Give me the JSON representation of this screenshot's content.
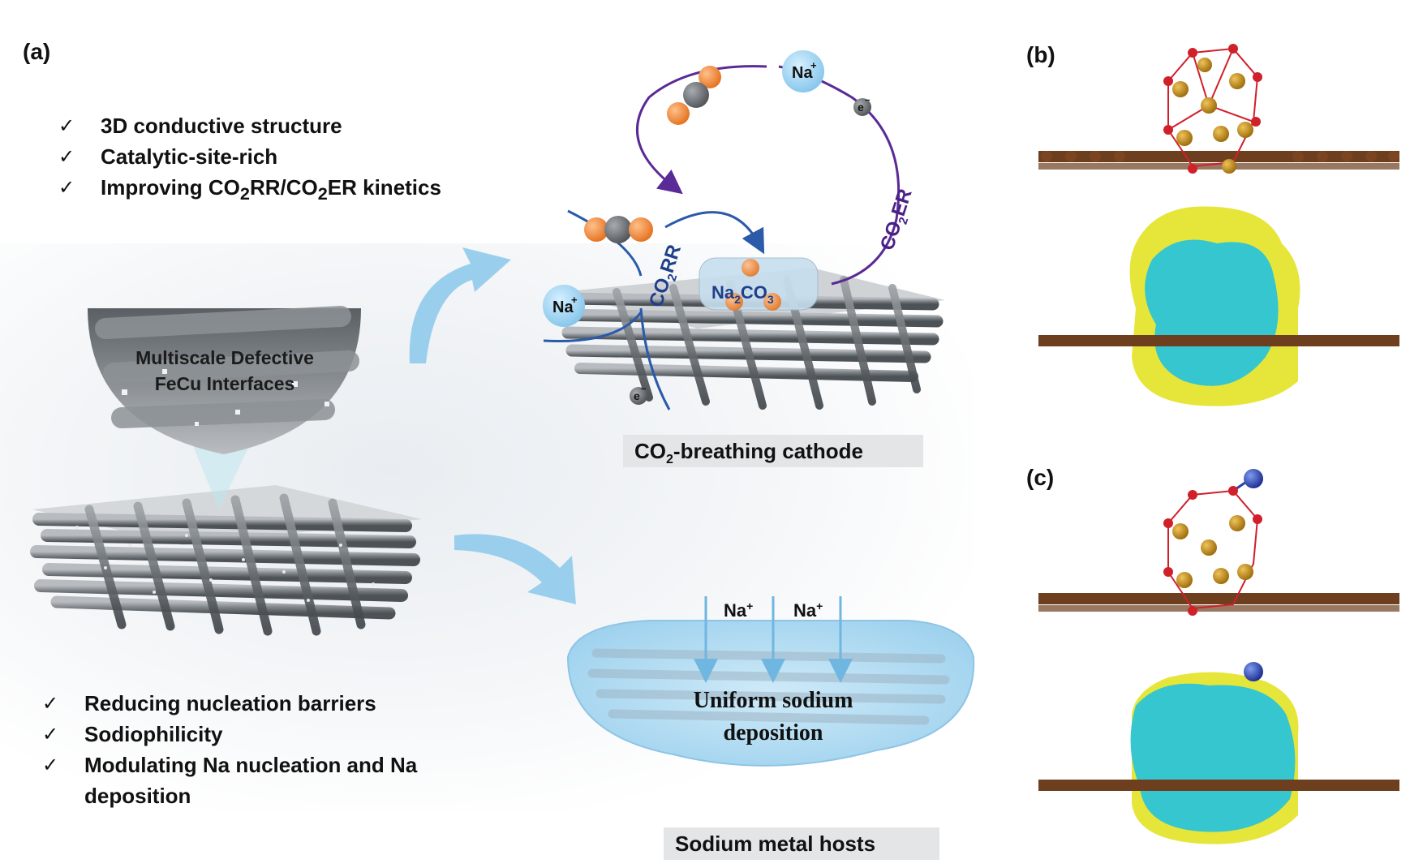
{
  "panels": {
    "a": "(a)",
    "b": "(b)",
    "c": "(c)"
  },
  "top_features": [
    {
      "check": "✓",
      "text": "3D conductive structure"
    },
    {
      "check": "✓",
      "text": "Catalytic-site-rich"
    },
    {
      "check": "✓",
      "pre": "Improving CO",
      "sub1": "2",
      "mid": "RR/CO",
      "sub2": "2",
      "post": "ER kinetics"
    }
  ],
  "bottom_features": [
    {
      "check": "✓",
      "text": "Reducing nucleation barriers"
    },
    {
      "check": "✓",
      "text": "Sodiophilicity"
    },
    {
      "check": "✓",
      "text": "Modulating Na nucleation and Na deposition"
    }
  ],
  "interface_label": {
    "line1": "Multiscale Defective",
    "line2": "FeCu Interfaces"
  },
  "cathode": {
    "na_ion_top": "Na",
    "na_ion_left": "Na",
    "plus": "+",
    "electron_top": "e",
    "electron_bottom": "e",
    "minus": "−",
    "co2rr": {
      "pre": "CO",
      "sub": "2",
      "post": "RR"
    },
    "co2er": {
      "pre": "CO",
      "sub": "2",
      "post": "ER"
    },
    "product": {
      "pre": "Na",
      "sub1": "2",
      "mid": "CO",
      "sub2": "3"
    },
    "caption": {
      "pre": "CO",
      "sub": "2",
      "post": "-breathing cathode"
    }
  },
  "sodium_host": {
    "na_left": "Na",
    "na_right": "Na",
    "plus": "+",
    "line1": "Uniform sodium",
    "line2": "deposition",
    "caption": "Sodium metal hosts"
  },
  "colors": {
    "arrow_blue": "#8fcbeb",
    "co2rr_blue": "#2a5aa8",
    "co2er_purple": "#5a2a96",
    "na_ion": "#9ed3f0",
    "carbon_orange": "#ef8a3a",
    "carbon_gray": "#6a6d70",
    "substrate_brown": "#6e3f1f",
    "cluster_gold": "#b8860b",
    "oxygen_red": "#d0202a",
    "charge_yellow": "#e6e63a",
    "charge_cyan": "#35c6cf",
    "na_atom": "#2a3fa8"
  }
}
